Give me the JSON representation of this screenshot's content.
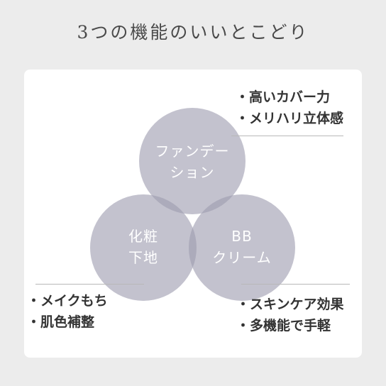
{
  "heading": "3つの機能のいいとこどり",
  "circles": {
    "foundation": {
      "line1": "ファンデー",
      "line2": "ション"
    },
    "powder": {
      "line1": "化粧",
      "line2": "下地"
    },
    "bb_cream": {
      "line1": "BB",
      "line2": "クリーム"
    }
  },
  "features": {
    "foundation": [
      "高いカバー力",
      "メリハリ立体感"
    ],
    "powder": [
      "メイクもち",
      "肌色補整"
    ],
    "bb_cream": [
      "スキンケア効果",
      "多機能で手軽"
    ]
  },
  "colors": {
    "background": "#ececec",
    "card": "#ffffff",
    "circle": "#9e9db0"
  }
}
